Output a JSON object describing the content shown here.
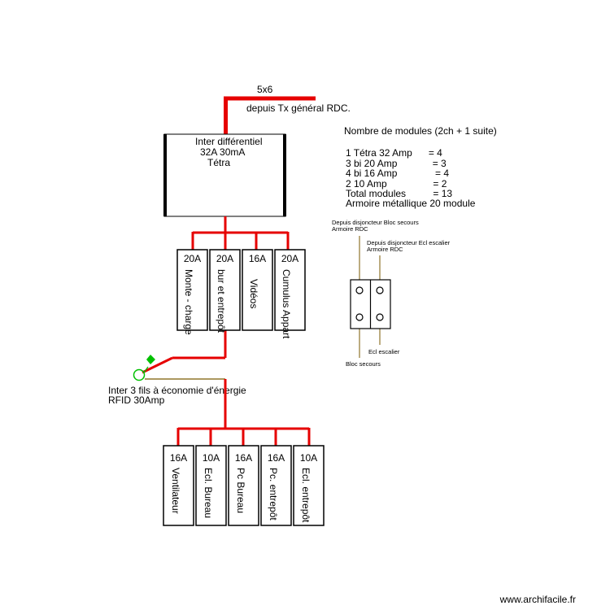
{
  "feed": {
    "cable": "5x6",
    "source": "depuis Tx général RDC."
  },
  "main_breaker": {
    "line1": "Inter différentiel",
    "line2": "32A 30mA",
    "line3": "Tétra"
  },
  "group1": [
    {
      "rating": "20A",
      "label": "Monte - charge"
    },
    {
      "rating": "20A",
      "label": "bur et entrepôt"
    },
    {
      "rating": "16A",
      "label": "Vidéos"
    },
    {
      "rating": "20A",
      "label": "Cumulus Appart"
    }
  ],
  "switch": {
    "line1": "Inter 3 fils à économie d'énergie",
    "line2": "RFID 30Amp"
  },
  "group2": [
    {
      "rating": "16A",
      "label": "Ventilateur"
    },
    {
      "rating": "10A",
      "label": "Ecl. Bureau"
    },
    {
      "rating": "16A",
      "label": "Pc Bureau"
    },
    {
      "rating": "16A",
      "label": "Pc. entrepôt"
    },
    {
      "rating": "10A",
      "label": "Ecl. entrepôt"
    }
  ],
  "modules": {
    "title": "Nombre de modules (2ch + 1 suite)",
    "lines": [
      "1 Tétra 32 Amp      = 4",
      "3 bi 20 Amp             = 3",
      "4 bi 16 Amp              = 4",
      "2 10 Amp                 = 2",
      "Total modules          = 13",
      "Armoire métallique 20 module"
    ]
  },
  "emergency": {
    "from_bloc_1": "Depuis disjoncteur Bloc secours",
    "from_bloc_2": "Armoire RDC",
    "from_ecl_1": "Depuis disjoncteur Ecl escalier",
    "from_ecl_2": "Armoire RDC",
    "out_ecl": "Ecl escalier",
    "out_bloc": "Bloc secours"
  },
  "watermark": "www.archifacile.fr",
  "colors": {
    "wire": "#e60000",
    "neutral_wire": "#7a5a00",
    "green": "#00c000"
  }
}
